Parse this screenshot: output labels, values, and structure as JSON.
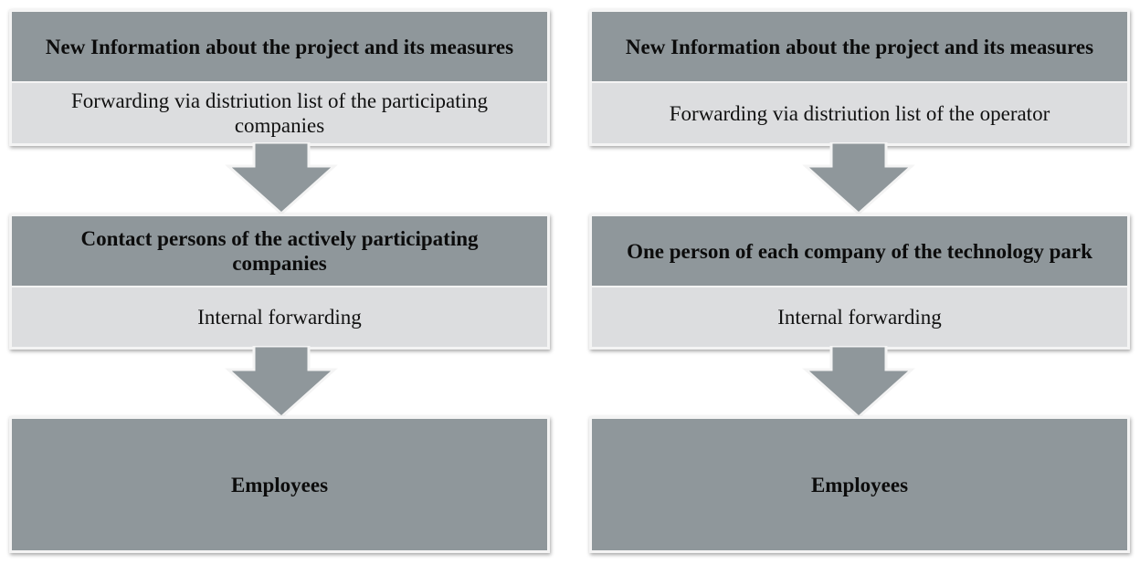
{
  "left": {
    "step1": {
      "title": "New Information about the project and its measures",
      "detail": "Forwarding via distriution list of the participating companies"
    },
    "step2": {
      "title": "Contact persons of the actively participating companies",
      "detail": "Internal forwarding"
    },
    "step3": {
      "title": "Employees"
    }
  },
  "right": {
    "step1": {
      "title": "New Information about the project and its measures",
      "detail": "Forwarding via distriution list of the operator"
    },
    "step2": {
      "title": "One person of each company of the technology park",
      "detail": "Internal forwarding"
    },
    "step3": {
      "title": "Employees"
    }
  },
  "colors": {
    "header_fill": "#8f979b",
    "detail_fill": "#dcdddf",
    "arrow_fill": "#8f979b",
    "border": "#f4f4f4"
  }
}
